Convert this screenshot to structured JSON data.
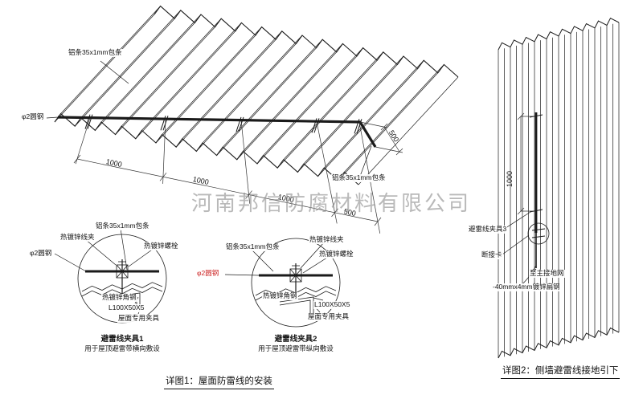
{
  "colors": {
    "line": "#1a1a1a",
    "dim": "#333333",
    "red": "#cc2222",
    "watermark": "#8f8f8f"
  },
  "watermark": {
    "text": "河南邦信防腐材料有限公司"
  },
  "main_view": {
    "label_al_strip_top": "铝条35x1mm包条",
    "label_phi2": "φ2圆钢",
    "label_al_strip_right": "铝条35x1mm包条",
    "dims": {
      "d1": "1000",
      "d2": "1000",
      "d3": "1000",
      "d4": "500",
      "d5": "500"
    }
  },
  "detail1": {
    "label_clamp": "热镀锌线夹",
    "label_al_strip": "铝条35x1mm包条",
    "label_bolt": "热镀锌螺栓",
    "label_phi2": "φ2圆钢",
    "label_angle": "热镀锌角钢",
    "label_angle_spec": "L100X50X5",
    "label_roof_clamp": "屋面专用夹具",
    "title": "避雷线夹具1",
    "subtitle": "用于屋顶避雷带横向敷设"
  },
  "detail2": {
    "label_al_strip": "铝条35x1mm包条",
    "label_clamp": "热镀锌线夹",
    "label_bolt": "热镀锌螺栓",
    "label_phi2": "φ2圆钢",
    "label_angle": "热镀锌角钢",
    "label_angle_spec": "L100X50X5",
    "label_roof_clamp": "屋面专用夹具",
    "title": "避雷线夹具2",
    "subtitle": "用于屋顶避雷带纵向敷设"
  },
  "wall_view": {
    "dim": "1000",
    "label_clamp3": "避雷线夹具3",
    "label_break": "断接卡",
    "label_ground": "至主接地网",
    "label_flat_steel": "-40mmx4mm镀锌扁钢"
  },
  "captions": {
    "c1": "详图1：屋面防雷线的安装",
    "c2": "详图2：侧墙避雷线接地引下"
  }
}
